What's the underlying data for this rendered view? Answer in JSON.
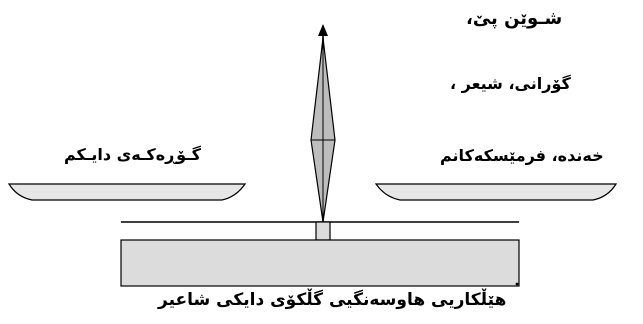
{
  "diagram": {
    "labels": {
      "top_text_1": "شـوێن پێ،",
      "top_text_2": "گۆرانی، شیعر ،",
      "right_pan_text": "خەندە، فرمێسکەکانم",
      "left_pan_text": "گـۆڕەکـەی دایـکم",
      "caption": "هێڵکاریی هاوسەنگیی گڵکۆی دایکی شاعیر"
    },
    "colors": {
      "stroke": "#000000",
      "pan_fill": "#e6e6e6",
      "base_fill": "#dcdcdc",
      "needle_fill": "#bdbdbd"
    }
  }
}
